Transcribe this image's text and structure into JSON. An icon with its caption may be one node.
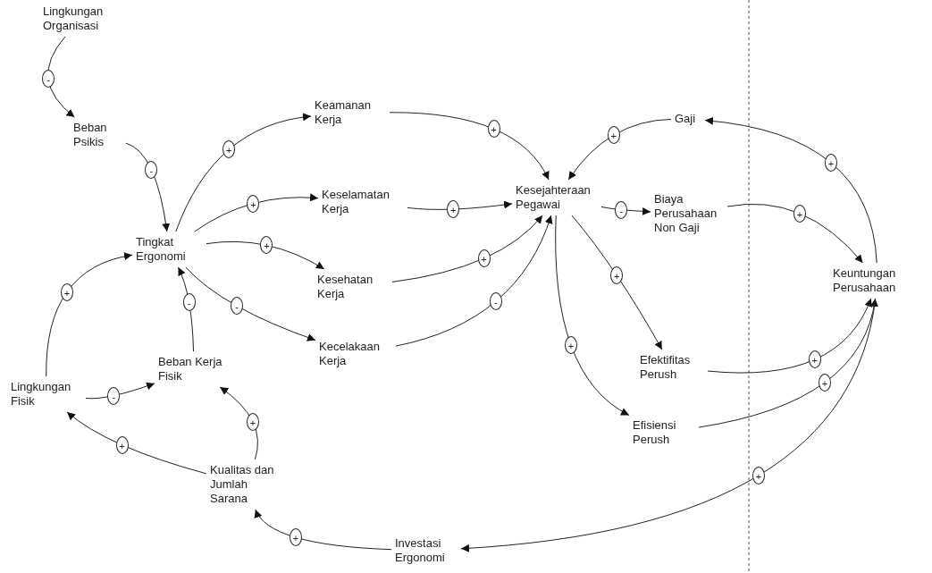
{
  "diagram": {
    "nodes": [
      {
        "text": [
          "Lingkungan Organisasi"
        ]
      },
      {
        "text": [
          "Beban Psikis"
        ]
      },
      {
        "text": [
          "Keamanan Kerja"
        ]
      },
      {
        "text": [
          "Tingkat Ergonomi"
        ]
      },
      {
        "text": [
          "Keselamatan Kerja"
        ]
      },
      {
        "text": [
          "Kesehatan Kerja"
        ]
      },
      {
        "text": [
          "Kecelakaan Kerja"
        ]
      },
      {
        "text": [
          "Kesejahteraan Pegawai"
        ]
      },
      {
        "text": [
          "Gaji"
        ]
      },
      {
        "text": [
          "Biaya Perusahaan Non Gaji"
        ]
      },
      {
        "text": [
          "Keuntungan Perusahaan"
        ]
      },
      {
        "text": [
          "Efektifitas Perush"
        ]
      },
      {
        "text": [
          "Efisiensi Perush"
        ]
      },
      {
        "text": [
          "Beban Kerja Fisik"
        ]
      },
      {
        "text": [
          "Lingkungan Fisik"
        ]
      },
      {
        "text": [
          "Kualitas dan Jumlah Sarana"
        ]
      },
      {
        "text": [
          "Investasi Ergonomi"
        ]
      }
    ],
    "edges": [
      {
        "from": 0,
        "to": 1,
        "arrow": "to",
        "label": "-"
      },
      {
        "from": 1,
        "to": 3,
        "arrow": "to",
        "label": "-"
      },
      {
        "from": 3,
        "to": 2,
        "arrow": "to",
        "label": "+"
      },
      {
        "from": 3,
        "to": 4,
        "arrow": "to",
        "label": "+"
      },
      {
        "from": 3,
        "to": 5,
        "arrow": "to",
        "label": "+"
      },
      {
        "from": 3,
        "to": 6,
        "arrow": "to",
        "label": "-"
      },
      {
        "from": 2,
        "to": 7,
        "arrow": "to",
        "label": "+"
      },
      {
        "from": 4,
        "to": 7,
        "arrow": "to",
        "label": "+"
      },
      {
        "from": 5,
        "to": 7,
        "arrow": "to",
        "label": "+"
      },
      {
        "from": 6,
        "to": 7,
        "arrow": "to",
        "label": "-"
      },
      {
        "from": 8,
        "to": 7,
        "arrow": "to",
        "label": "+"
      },
      {
        "from": 7,
        "to": 9,
        "arrow": "to",
        "label": "-"
      },
      {
        "from": 7,
        "to": 11,
        "arrow": "to",
        "label": "+"
      },
      {
        "from": 7,
        "to": 12,
        "arrow": "to",
        "label": "+"
      },
      {
        "from": 9,
        "to": 10,
        "arrow": "to",
        "label": "+"
      },
      {
        "from": 11,
        "to": 10,
        "arrow": "to",
        "label": "+"
      },
      {
        "from": 12,
        "to": 10,
        "arrow": "to",
        "label": "+"
      },
      {
        "from": 10,
        "to": 8,
        "arrow": "to",
        "label": "+"
      },
      {
        "from": 10,
        "to": 16,
        "arrow": "to",
        "label": "+"
      },
      {
        "from": 16,
        "to": 15,
        "arrow": "to",
        "label": "+"
      },
      {
        "from": 15,
        "to": 14,
        "arrow": "to",
        "label": "+"
      },
      {
        "from": 15,
        "to": 13,
        "arrow": "to",
        "label": "+"
      },
      {
        "from": 14,
        "to": 13,
        "arrow": "to",
        "label": "-"
      },
      {
        "from": 14,
        "to": 3,
        "arrow": "to",
        "label": "+"
      },
      {
        "from": 13,
        "to": 3,
        "arrow": "to",
        "label": "-"
      }
    ]
  }
}
